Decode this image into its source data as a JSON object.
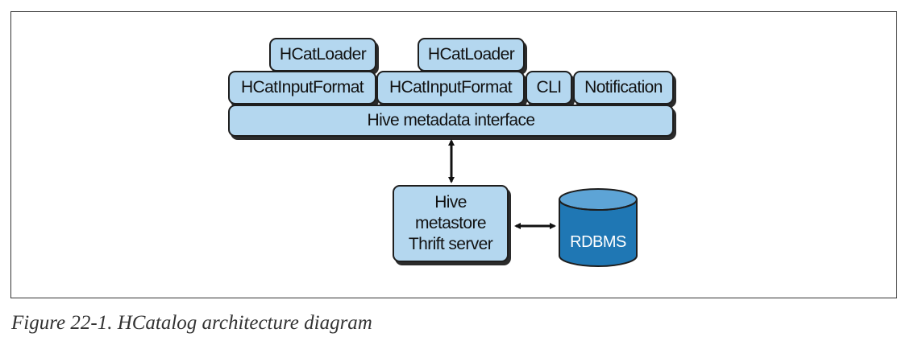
{
  "diagram": {
    "boxes": {
      "hcat_loader_1": "HCatLoader",
      "hcat_loader_2": "HCatLoader",
      "hcat_input_format_1": "HCatInputFormat",
      "hcat_input_format_2": "HCatInputFormat",
      "cli": "CLI",
      "notification": "Notification",
      "hive_metadata_interface": "Hive metadata interface",
      "metastore_line_1": "Hive",
      "metastore_line_2": "metastore",
      "metastore_line_3": "Thrift server",
      "rdbms": "RDBMS"
    },
    "colors": {
      "box_fill": "#b4d7ef",
      "box_border": "#1e1e1e",
      "db_fill": "#1f77b4",
      "db_top": "#5da4d6",
      "arrow": "#111111"
    }
  },
  "caption": "Figure 22-1. HCatalog architecture diagram"
}
